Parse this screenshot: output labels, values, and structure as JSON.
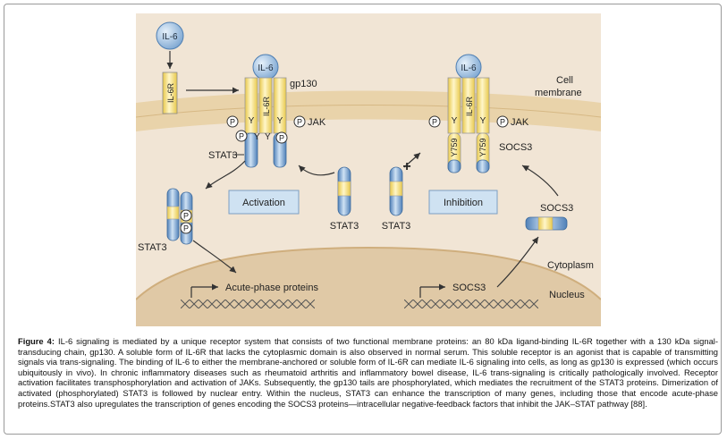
{
  "labels": {
    "il6": "IL-6",
    "il6r": "IL-6R",
    "gp130": "gp130",
    "p": "P",
    "y": "Y",
    "jak": "JAK",
    "stat3": "STAT3",
    "activation": "Activation",
    "inhibition": "Inhibition",
    "socs3": "SOCS3",
    "y759": "Y759",
    "cell_membrane_1": "Cell",
    "cell_membrane_2": "membrane",
    "cytoplasm": "Cytoplasm",
    "nucleus": "Nucleus",
    "acute_phase": "Acute-phase proteins",
    "block": "+"
  },
  "caption": {
    "label": "Figure 4:",
    "text": "IL-6 signaling is mediated by a unique receptor system that consists of two functional membrane proteins:  an 80 kDa ligand-binding IL-6R together with a 130 kDa signal-transducing chain, gp130. A soluble form of IL-6R  that lacks the cytoplasmic domain is also observed in normal serum. This soluble receptor is an agonist that is capable of transmitting signals via trans-signaling. The binding of IL-6 to either the membrane-anchored or soluble form of IL-6R can mediate IL-6 signaling into cells, as long as gp130 is expressed (which occurs ubiquitously in vivo). In chronic inflammatory diseases such as rheumatoid arthritis and inflammatory bowel disease, IL-6 trans-signaling is critically pathologically involved. Receptor activation facilitates transphosphorylation and activation of JAKs. Subsequently, the gp130 tails are phosphorylated, which mediates the recruitment of the STAT3 proteins. Dimerization of activated (phosphorylated) STAT3 is followed by nuclear entry. Within the nucleus, STAT3 can enhance the transcription of many genes, including those that encode acute-phase proteins.STAT3 also  upregulates the transcription of genes encoding the SOCS3 proteins—intracellular negative-feedback factors that inhibit the JAK–STAT pathway [88]."
  },
  "colors": {
    "background": "#f1e5d5",
    "membrane": "#e9d3aa",
    "nucleus": "#e0c9a6",
    "blue": "#5b8bc2",
    "blue_light": "#bcd6ef",
    "yellow": "#f4dc6c",
    "yellow_light": "#fbf1bd",
    "circle": "#a9c8e6",
    "text": "#222222"
  }
}
